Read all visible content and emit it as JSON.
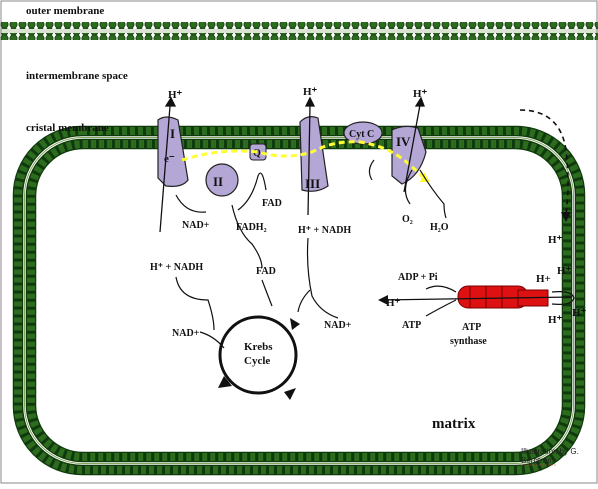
{
  "labels": {
    "outer_membrane": "outer membrane",
    "intermembrane_space": "intermembrane space",
    "cristal_membrane": "cristal membrane",
    "matrix": "matrix"
  },
  "complexes": {
    "I": "I",
    "II": "II",
    "III": "III",
    "IV": "IV",
    "Q": "Q",
    "cytc": "Cyt C",
    "electron": "e⁻"
  },
  "protons": {
    "h_I": "H⁺",
    "h_III": "H⁺",
    "h_IV": "H⁺",
    "h_right1": "H⁺",
    "h_right2": "H+",
    "h_right3": "H⁺",
    "h_right4": "H⁺",
    "h_synthase": "H⁺"
  },
  "reactions": {
    "nad1": "NAD+",
    "fad_top": "FAD",
    "fadh2": "FADH₂",
    "nadh_left": "H⁺ + NADH",
    "fad_bottom": "FAD",
    "nadh_mid": "H⁺ + NADH",
    "o2": "O₂",
    "h2o": "H₂O",
    "nad_left": "NAD+",
    "nad_right": "NAD+",
    "krebs_line1": "Krebs",
    "krebs_line2": "Cycle"
  },
  "atp": {
    "adp_pi": "ADP + Pi",
    "atp": "ATP",
    "synthase_line1": "ATP",
    "synthase_line2": "synthase"
  },
  "credit": {
    "line1": "Illustration by G.",
    "line2": "Bergtrom"
  },
  "colors": {
    "membrane_bead": "#2d6b1f",
    "membrane_bead_dark": "#0f3a0c",
    "complex_fill": "#b4a7d6",
    "electron_path": "#ffff33",
    "atp_synthase": "#dd1111"
  }
}
